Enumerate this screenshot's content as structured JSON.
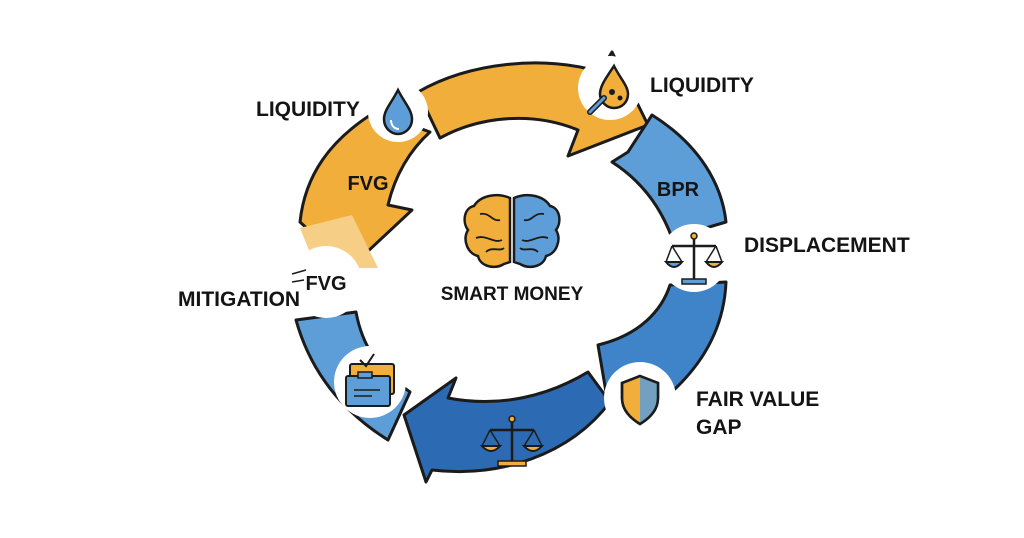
{
  "diagram": {
    "center_label": "SMART MONEY",
    "labels": {
      "liquidity_left": "LIQUIDITY",
      "liquidity_right": "LIQUIDITY",
      "displacement": "DISPLACEMENT",
      "mitigation": "MITIGATION",
      "fair_value_gap_line1": "FAIR VALUE",
      "fair_value_gap_line2": "GAP"
    },
    "segment_labels": {
      "fvg_upper": "FVG",
      "fvg_left": "FVG",
      "bpr": "BPR"
    },
    "icons": {
      "liquidity_left": "water-drop-icon",
      "liquidity_right": "liquidity-torch-icon",
      "displacement": "balance-scale-icon",
      "fair_value_gap": "shield-icon",
      "bottom": "balance-scale-icon",
      "mitigation": "folders-icon",
      "center": "brain-icon"
    },
    "colors": {
      "orange": "#F2AE3A",
      "light_blue": "#5D9ED8",
      "mid_blue": "#3F84C8",
      "dark_blue": "#2C6BB3",
      "outline": "#1B1B1B"
    }
  }
}
